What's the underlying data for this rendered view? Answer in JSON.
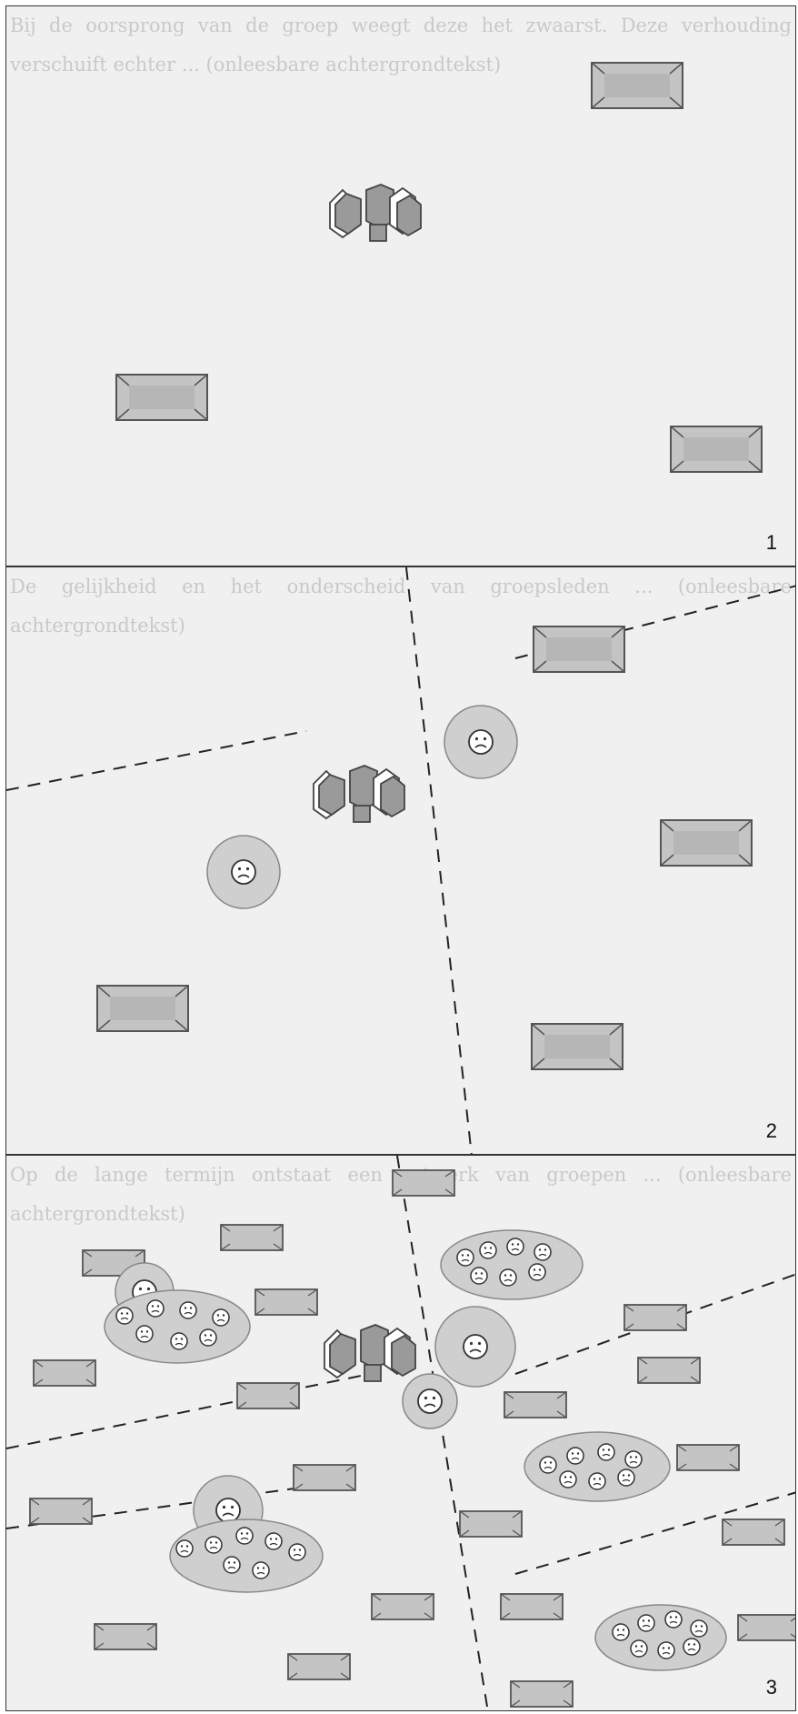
{
  "page": {
    "bg_text_1": "Bij de oorsprong van de groep weegt deze het zwaarst. Deze verhouding verschuift echter ... (onleesbare achtergrondtekst)",
    "bg_text_2": "De gelijkheid en het onderscheid van groepsleden ... (onleesbare achtergrondtekst)",
    "bg_text_3": "Op de lange termijn ontstaat een netwerk van groepen ... (onleesbare achtergrondtekst)"
  },
  "panels": [
    {
      "id": "panel-1",
      "number": "1"
    },
    {
      "id": "panel-2",
      "number": "2"
    },
    {
      "id": "panel-3",
      "number": "3"
    }
  ],
  "colors": {
    "panel_bg": "#f0f0f0",
    "box_fill": "#c4c4c4",
    "box_stroke": "#555555",
    "circle_fill": "#cfcfcf",
    "figure_fill": "#9a9a9a",
    "line_color": "#222222"
  },
  "icons": [
    "person-group-icon",
    "envelope-box-icon",
    "sad-face-icon"
  ]
}
